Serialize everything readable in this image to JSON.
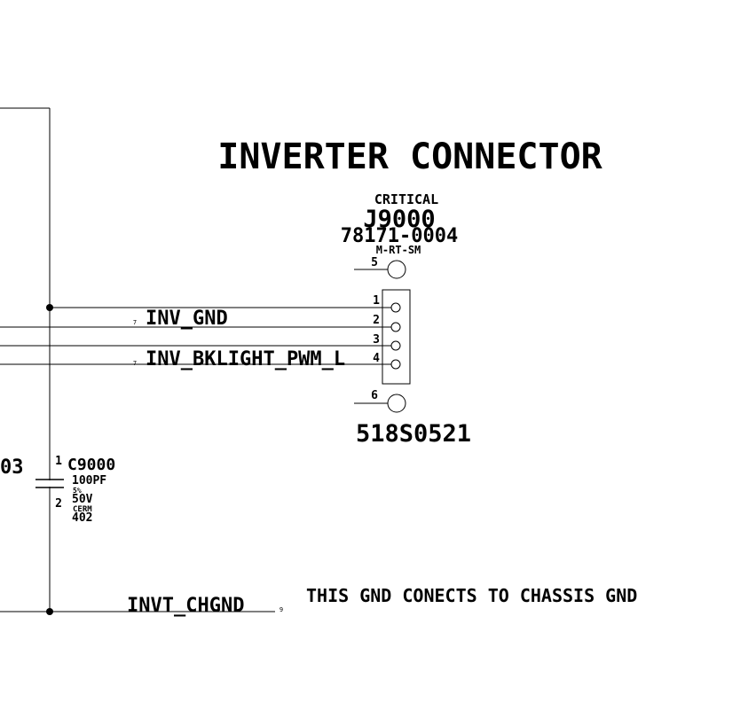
{
  "title": "INVERTER CONNECTOR",
  "connector": {
    "critical": "CRITICAL",
    "refdes": "J9000",
    "part_number": "78171-0004",
    "package": "M-RT-SM",
    "apn": "518S0521",
    "pins": [
      "1",
      "2",
      "3",
      "4",
      "5",
      "6"
    ]
  },
  "nets": {
    "inv_gnd": "INV_GND",
    "inv_gnd_page": "7",
    "inv_bklight": "INV_BKLIGHT_PWM_L",
    "inv_bklight_page": "7",
    "invt_chgnd": "INVT_CHGND",
    "invt_chgnd_page": "9"
  },
  "capacitor": {
    "refdes": "C9000",
    "value": "100PF",
    "tolerance": "5%",
    "voltage": "50V",
    "dielectric": "CERM",
    "size": "402",
    "pin1": "1",
    "pin2": "2"
  },
  "left_partial_text": "03",
  "note": "THIS GND CONECTS TO CHASSIS GND"
}
